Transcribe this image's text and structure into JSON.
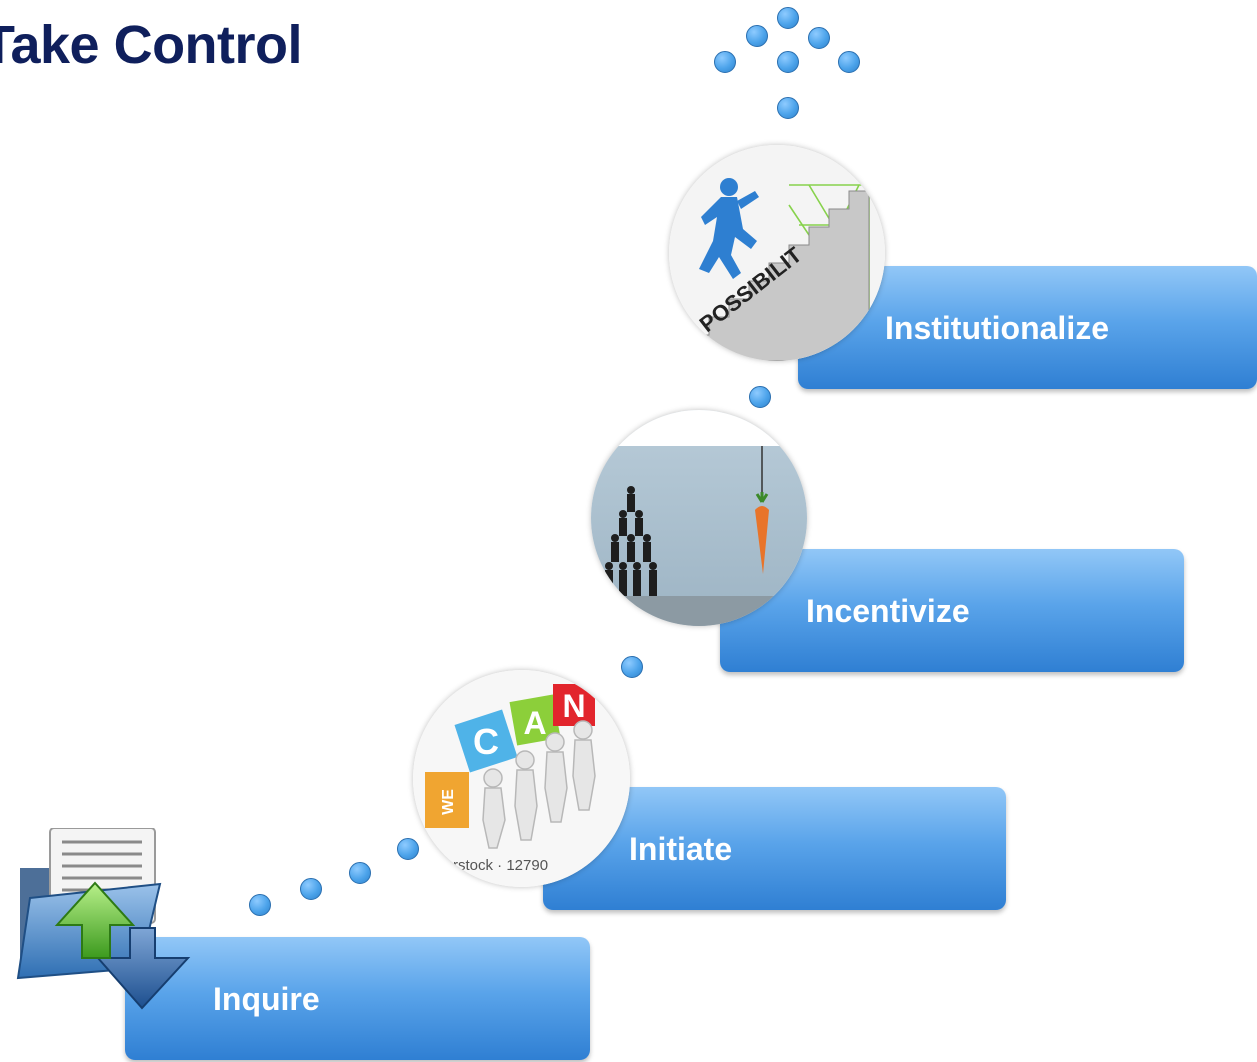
{
  "title": "Take Control",
  "steps": [
    {
      "label": "Inquire",
      "icon": "folder-upload-download-icon"
    },
    {
      "label": "Initiate",
      "icon": "we-can-teamwork-image",
      "caption": "rstock · 12790"
    },
    {
      "label": "Incentivize",
      "icon": "carrot-human-pyramid-image"
    },
    {
      "label": "Institutionalize",
      "icon": "possibility-stairs-image",
      "caption": "POSSIBILIT"
    }
  ],
  "we_can_letters": [
    "WE",
    "C",
    "A",
    "N"
  ],
  "colors": {
    "title": "#0f1f5c",
    "step_box_top": "#92c7f7",
    "step_box_bottom": "#2f7fd3",
    "dot": "#4ca3ea"
  }
}
